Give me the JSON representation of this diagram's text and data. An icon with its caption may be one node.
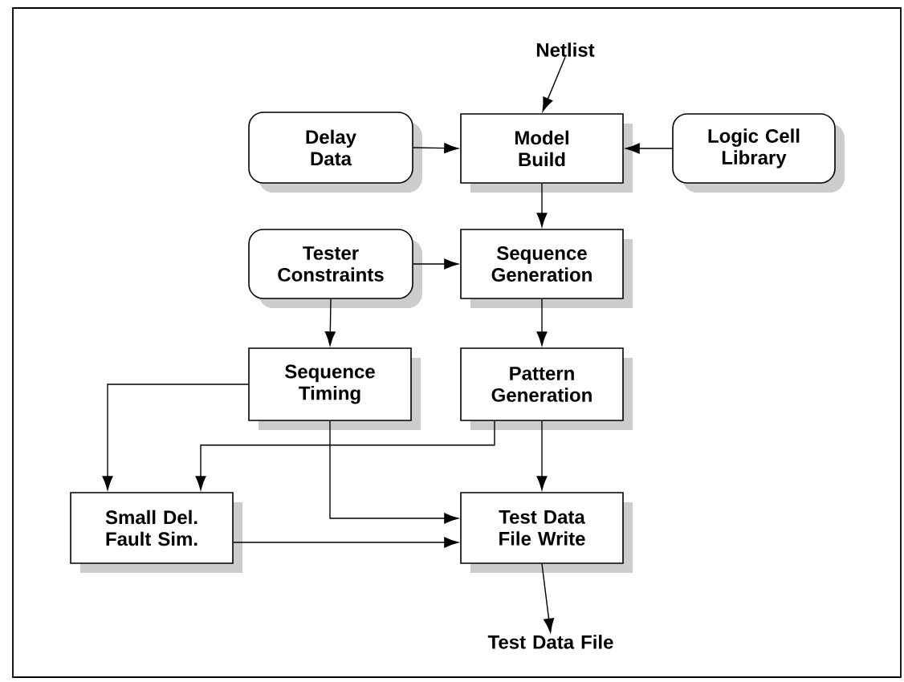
{
  "diagram": {
    "nodes": [
      {
        "text": [
          "Netlist"
        ]
      },
      {
        "text": [
          "Delay Data"
        ]
      },
      {
        "text": [
          "Model Build"
        ]
      },
      {
        "text": [
          "Logic Cell Library"
        ]
      },
      {
        "text": [
          "Tester Constraints"
        ]
      },
      {
        "text": [
          "Sequence Generation"
        ]
      },
      {
        "text": [
          "Sequence Timing"
        ]
      },
      {
        "text": [
          "Pattern Generation"
        ]
      },
      {
        "text": [
          "Small Del. Fault Sim."
        ]
      },
      {
        "text": [
          "Test Data File Write"
        ]
      },
      {
        "text": [
          "Test Data File"
        ]
      }
    ],
    "edges": [
      {
        "from": 0,
        "to": 2,
        "arrow": "to"
      },
      {
        "from": 1,
        "to": 2,
        "arrow": "to"
      },
      {
        "from": 3,
        "to": 2,
        "arrow": "to"
      },
      {
        "from": 2,
        "to": 5,
        "arrow": "to"
      },
      {
        "from": 4,
        "to": 5,
        "arrow": "to"
      },
      {
        "from": 4,
        "to": 6,
        "arrow": "to"
      },
      {
        "from": 5,
        "to": 7,
        "arrow": "to"
      },
      {
        "from": 6,
        "to": 8,
        "arrow": "to"
      },
      {
        "from": 7,
        "to": 8,
        "arrow": "to"
      },
      {
        "from": 6,
        "to": 9,
        "arrow": "to"
      },
      {
        "from": 7,
        "to": 9,
        "arrow": "to"
      },
      {
        "from": 8,
        "to": 9,
        "arrow": "to"
      },
      {
        "from": 9,
        "to": 10,
        "arrow": "to"
      }
    ]
  }
}
